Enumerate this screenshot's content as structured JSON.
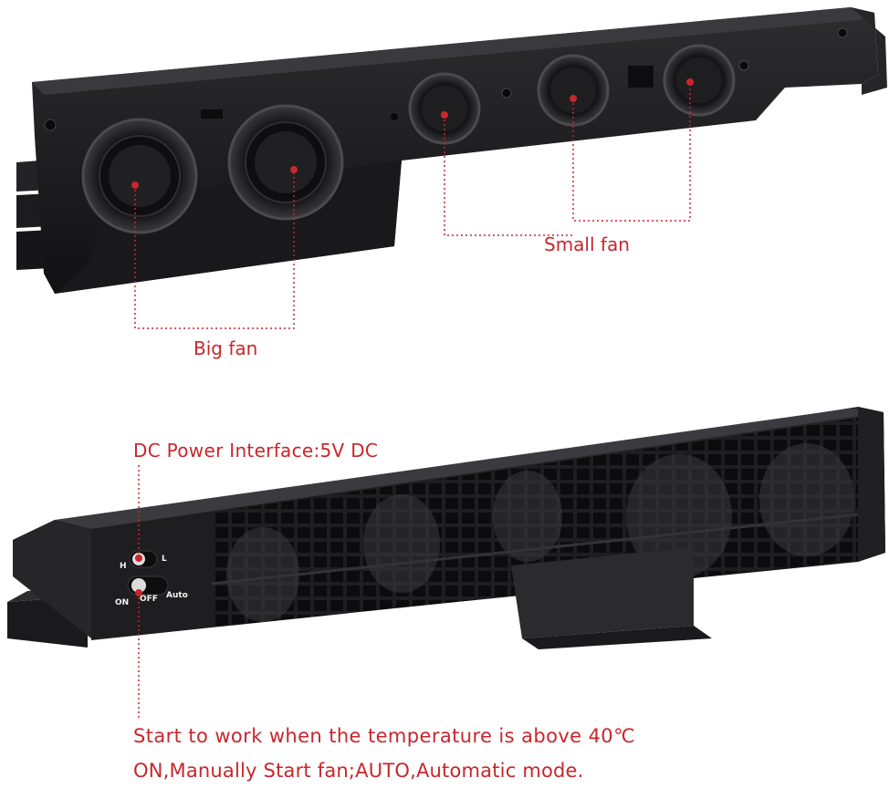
{
  "labels": {
    "small_fan": "Small fan",
    "big_fan": "Big fan",
    "dc_power": "DC Power Interface:5V DC",
    "note_line1": "Start to work when the temperature is above 40℃",
    "note_line2": "ON,Manually Start fan;AUTO,Automatic mode."
  },
  "switch_labels": {
    "high": "H",
    "low": "L",
    "on": "ON",
    "off": "OFF",
    "auto": "Auto"
  },
  "colors": {
    "accent_red": "#c8262c",
    "device_black": "#1b1b1d",
    "background": "#ffffff"
  }
}
